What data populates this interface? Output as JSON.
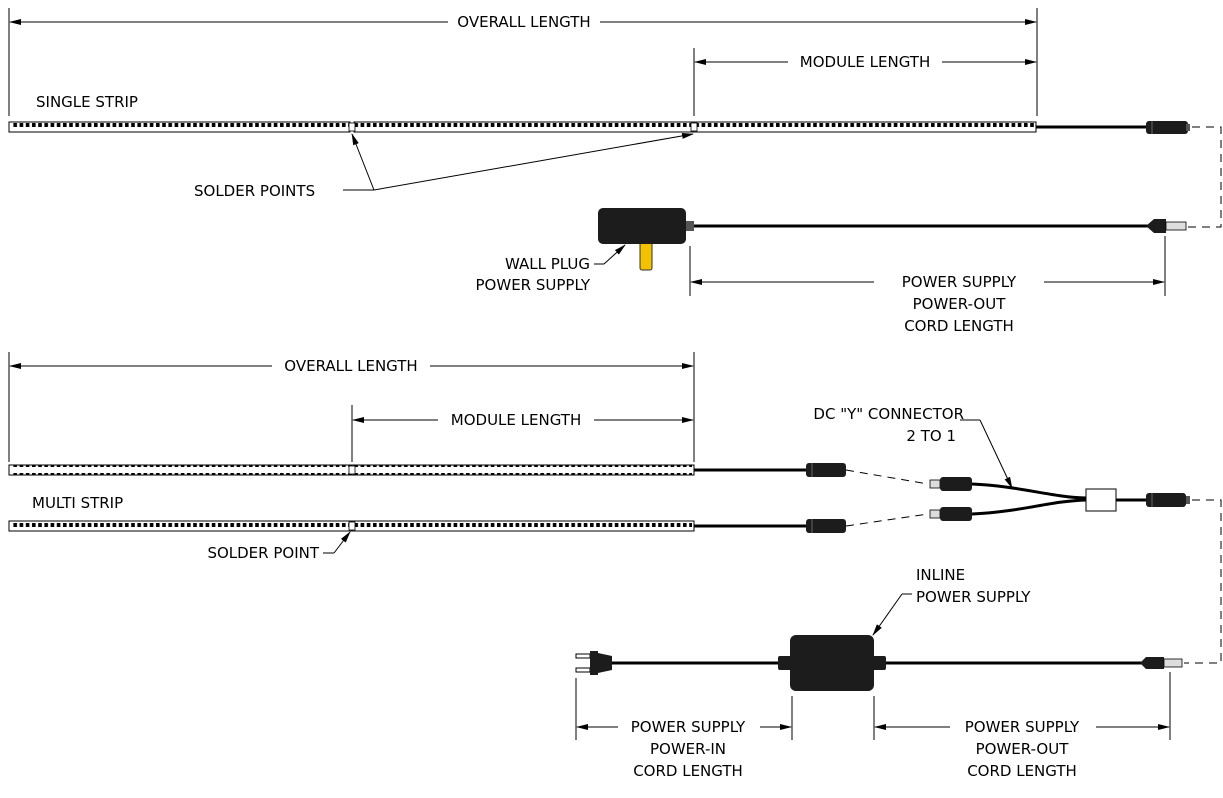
{
  "single": {
    "overall_length": "OVERALL LENGTH",
    "module_length": "MODULE LENGTH",
    "strip_label": "SINGLE STRIP",
    "solder_points": "SOLDER POINTS",
    "wall_plug_line1": "WALL PLUG",
    "wall_plug_line2": "POWER SUPPLY",
    "psu_out_line1": "POWER SUPPLY",
    "psu_out_line2": "POWER-OUT",
    "psu_out_line3": "CORD LENGTH"
  },
  "multi": {
    "overall_length": "OVERALL LENGTH",
    "module_length": "MODULE LENGTH",
    "strip_label": "MULTI STRIP",
    "solder_point": "SOLDER POINT",
    "y_connector_line1": "DC \"Y\" CONNECTOR",
    "y_connector_line2": "2 TO 1",
    "inline_line1": "INLINE",
    "inline_line2": "POWER SUPPLY",
    "psu_in_line1": "POWER SUPPLY",
    "psu_in_line2": "POWER-IN",
    "psu_in_line3": "CORD LENGTH",
    "psu_out_line1": "POWER SUPPLY",
    "psu_out_line2": "POWER-OUT",
    "psu_out_line3": "CORD LENGTH"
  },
  "colors": {
    "line": "#000000",
    "plug_prong": "#f2c200",
    "body": "#1c1c1c"
  }
}
